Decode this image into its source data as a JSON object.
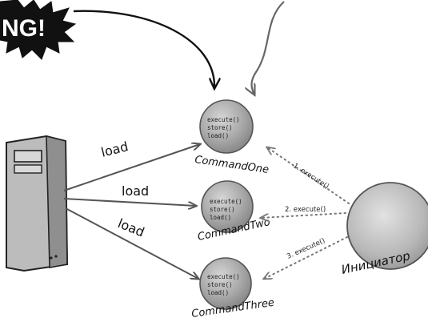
{
  "burst": {
    "text": "NG!"
  },
  "server": {
    "icon": "server-tower-icon"
  },
  "commands": [
    {
      "name": "CommandOne",
      "methods": [
        "execute()",
        "store()",
        "load()"
      ]
    },
    {
      "name": "CommandTwo",
      "methods": [
        "execute()",
        "store()",
        "load()"
      ]
    },
    {
      "name": "CommandThree",
      "methods": [
        "execute()",
        "store()",
        "load()"
      ]
    }
  ],
  "load_labels": [
    "load",
    "load",
    "load"
  ],
  "invoker": {
    "name": "Инициатор"
  },
  "invoker_calls": [
    "1. execute()",
    "2. execute()",
    "3. execute()"
  ],
  "colors": {
    "sphere": "#a8a8a8",
    "arrow_solid": "#555555",
    "arrow_dotted": "#7a7a7a",
    "ink": "#111111"
  }
}
